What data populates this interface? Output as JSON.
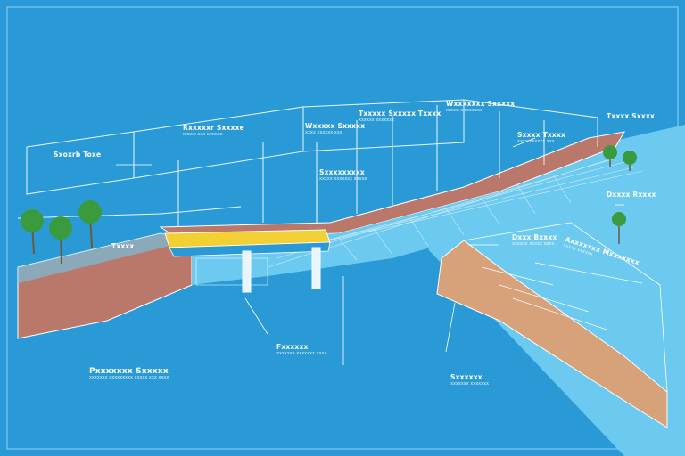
{
  "colors": {
    "background": "#2a9ad6",
    "water": "#5bc2ec",
    "bank": "#c2806c",
    "sand": "#d8a77a",
    "line": "#ffffff",
    "bridge": "#f4d23a"
  },
  "labels": [
    {
      "id": "label-top-left",
      "title": "Sxoxrb Toxe",
      "desc": ""
    },
    {
      "id": "label-top-1",
      "title": "Rxxxxxr Sxxxxe",
      "desc": "xxxxx xxx xxxxxx"
    },
    {
      "id": "label-top-2",
      "title": "Wxxxxx Sxxxxx",
      "desc": "xxxx xxxxxx xxx"
    },
    {
      "id": "label-top-3",
      "title": "Txxxxx Sxxxxx Txxxx",
      "desc": "xxxxxx xxxxxxx"
    },
    {
      "id": "label-top-4",
      "title": "Wxxxxxxx Sxxxxx",
      "desc": "xxxxx xxxxxxxx"
    },
    {
      "id": "label-right-1",
      "title": "Sxxxx Txxxx",
      "desc": "xxxx xxxxxx xxx"
    },
    {
      "id": "label-top-right",
      "title": "Txxxx Sxxxx",
      "desc": ""
    },
    {
      "id": "label-right-2",
      "title": "Dxxxx Rxxxx",
      "desc": ""
    },
    {
      "id": "label-center",
      "title": "Sxxxxxxxxx",
      "desc": "xxxxx xxxxxxx xxxxx"
    },
    {
      "id": "label-left-bank",
      "title": "Txxxx",
      "desc": ""
    },
    {
      "id": "label-water-right",
      "title": "Dxxx Bxxxx",
      "desc": "xxxxxx xxxxx xxxx"
    },
    {
      "id": "label-bridge",
      "title": "Fxxxxxx",
      "desc": "xxxxxxx xxxxxxx xxxx"
    },
    {
      "id": "label-bottom-left",
      "title": "Pxxxxxxx Sxxxxx",
      "desc": "xxxxxxx xxxxxxxxx xxxxx xxx xxxx"
    },
    {
      "id": "label-bottom-center",
      "title": "Sxxxxxx",
      "desc": "xxxxxxx xxxxxxx"
    },
    {
      "id": "label-ramp",
      "title": "Axxxxxxx Mxxxxxxx",
      "desc": "xxxxx xxxxxx"
    }
  ]
}
